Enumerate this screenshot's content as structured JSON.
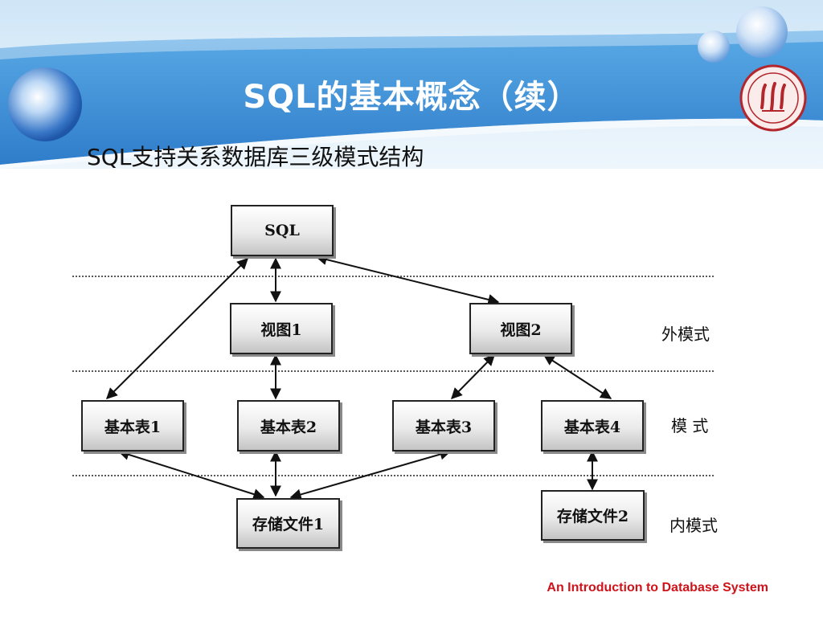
{
  "slide": {
    "title": "SQL的基本概念（续）",
    "subtitle": "SQL支持关系数据库三级模式结构",
    "footer": "An Introduction to Database System"
  },
  "diagram": {
    "nodes": {
      "sql": "SQL",
      "view1": "视图1",
      "view2": "视图2",
      "table1": "基本表1",
      "table2": "基本表2",
      "table3": "基本表3",
      "table4": "基本表4",
      "storage1": "存储文件1",
      "storage2": "存储文件2"
    },
    "levels": {
      "external": "外模式",
      "conceptual": "模 式",
      "internal": "内模式"
    },
    "edges": [
      [
        "sql",
        "view1"
      ],
      [
        "sql",
        "view2"
      ],
      [
        "sql",
        "table1"
      ],
      [
        "view1",
        "table2"
      ],
      [
        "view2",
        "table3"
      ],
      [
        "view2",
        "table4"
      ],
      [
        "table1",
        "storage1"
      ],
      [
        "table2",
        "storage1"
      ],
      [
        "table3",
        "storage1"
      ],
      [
        "table4",
        "storage2"
      ]
    ]
  },
  "colors": {
    "banner": "#3f8fd6",
    "footer": "#d0121b",
    "seal": "#b3262b"
  }
}
